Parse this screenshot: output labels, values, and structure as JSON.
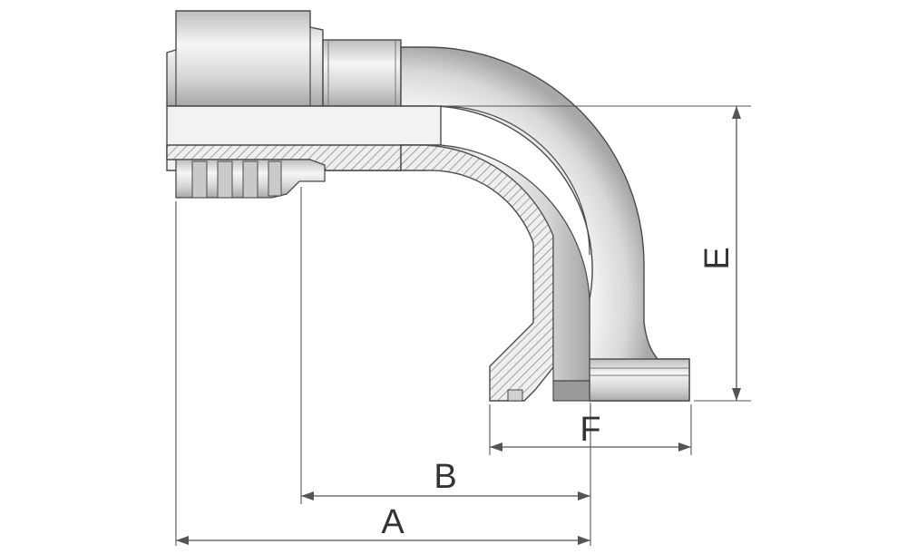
{
  "drawing": {
    "subject": "hose-fitting-elbow",
    "colors": {
      "metal_light": "#f4f4f4",
      "metal_mid": "#d8d8d8",
      "metal_dark": "#a9a9a9",
      "outline": "#4a4a4a",
      "dimension": "#555555",
      "hatch": "#777777"
    }
  },
  "dimensions": {
    "A": "A",
    "B": "B",
    "E": "E",
    "F": "F"
  }
}
